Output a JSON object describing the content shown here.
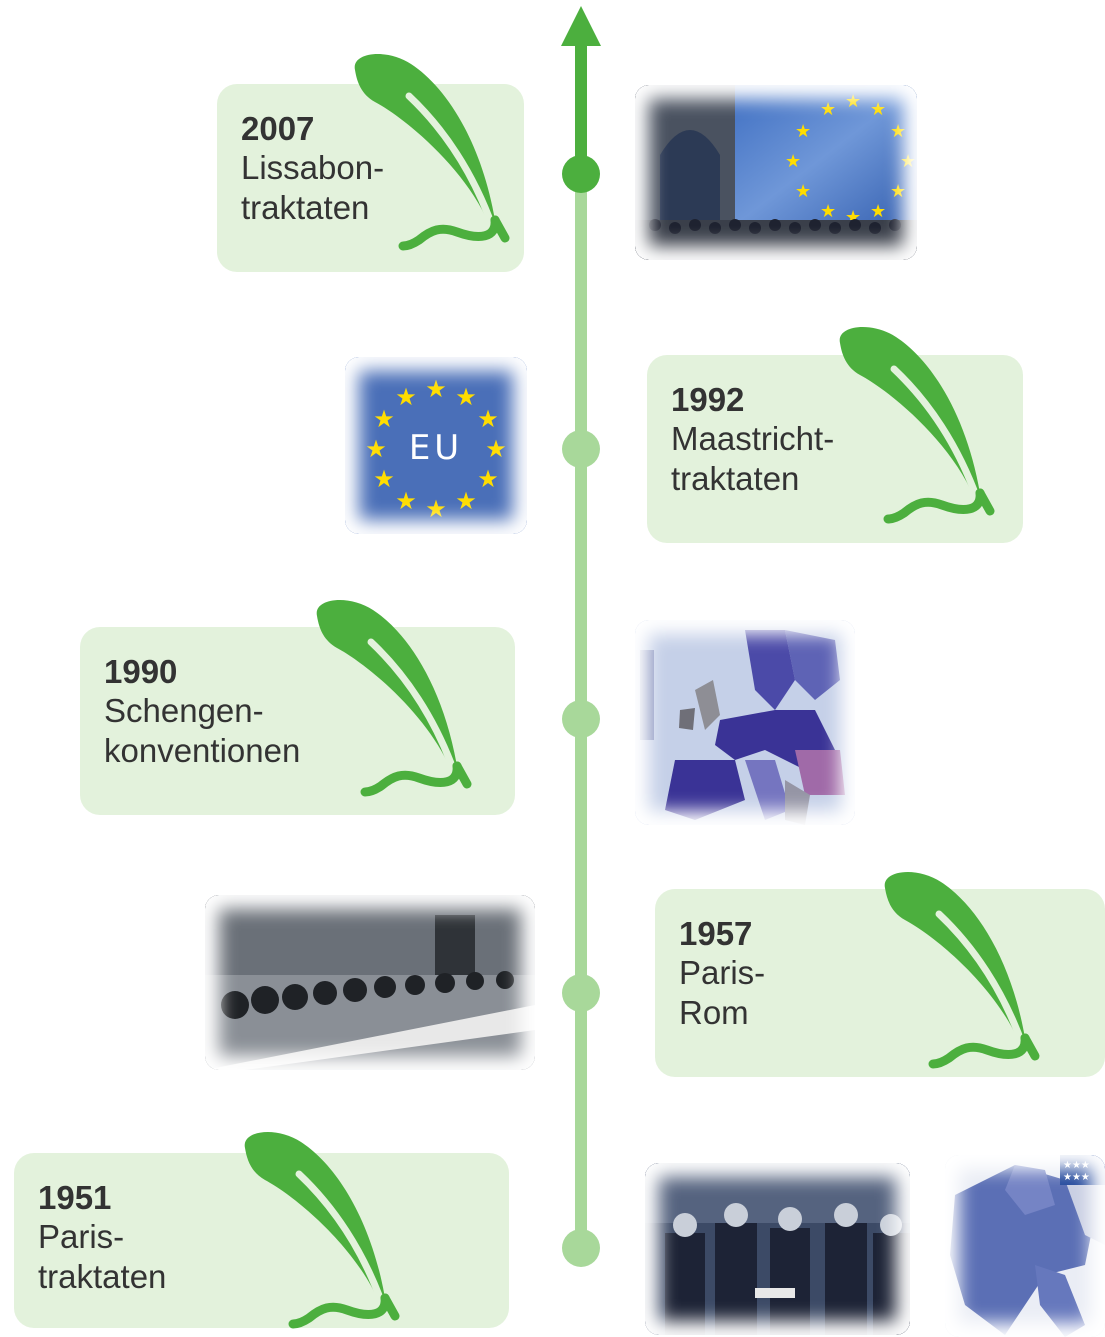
{
  "timeline": {
    "events": [
      {
        "year": "2007",
        "name_line1": "Lissabon-",
        "name_line2": "traktaten"
      },
      {
        "year": "1992",
        "name_line1": "Maastricht-",
        "name_line2": "traktaten"
      },
      {
        "year": "1990",
        "name_line1": "Schengen-",
        "name_line2": "konventionen"
      },
      {
        "year": "1957",
        "name_line1": "Paris-",
        "name_line2": "Rom"
      },
      {
        "year": "1951",
        "name_line1": "Paris-",
        "name_line2": "traktaten"
      }
    ],
    "eu_logo_text": "EU"
  },
  "colors": {
    "accent_green": "#4caf3e",
    "light_green": "#a8d89a",
    "card_background": "#e3f2dc",
    "eu_blue": "#4a6fb8",
    "eu_star": "#ffdd00"
  },
  "icons": [
    "quill-icon",
    "eu-flag-logo"
  ]
}
